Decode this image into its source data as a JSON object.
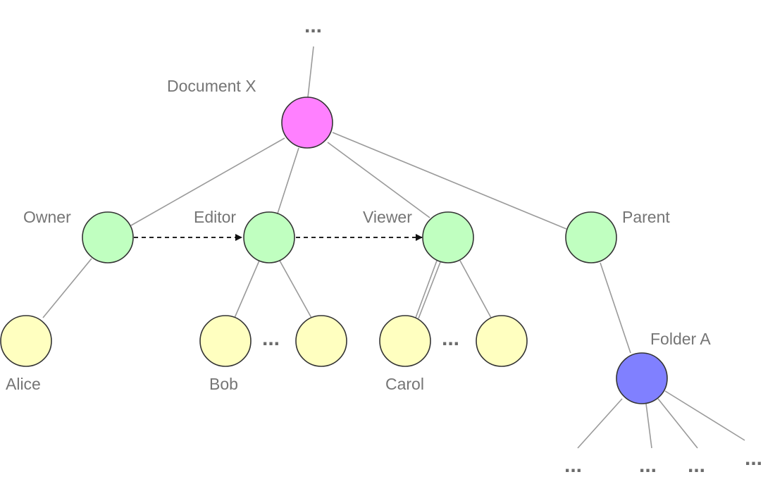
{
  "nodes": {
    "document": {
      "label": "Document X",
      "color": "#ff80ff"
    },
    "owner": {
      "label": "Owner",
      "color": "#c0ffc0"
    },
    "editor": {
      "label": "Editor",
      "color": "#c0ffc0"
    },
    "viewer": {
      "label": "Viewer",
      "color": "#c0ffc0"
    },
    "parent": {
      "label": "Parent",
      "color": "#c0ffc0"
    },
    "alice": {
      "label": "Alice",
      "color": "#ffffc0"
    },
    "bob": {
      "label": "Bob",
      "color": "#ffffc0"
    },
    "editor_user2": {
      "label": "",
      "color": "#ffffc0"
    },
    "carol": {
      "label": "Carol",
      "color": "#ffffc0"
    },
    "viewer_user2": {
      "label": "",
      "color": "#ffffc0"
    },
    "folder": {
      "label": "Folder A",
      "color": "#8080ff"
    }
  },
  "ellipsis": "...",
  "edges": [
    [
      "document",
      "owner"
    ],
    [
      "document",
      "editor"
    ],
    [
      "document",
      "viewer"
    ],
    [
      "document",
      "parent"
    ],
    [
      "owner",
      "alice"
    ],
    [
      "editor",
      "bob"
    ],
    [
      "editor",
      "editor_user2"
    ],
    [
      "viewer",
      "carol"
    ],
    [
      "viewer",
      "viewer_user2"
    ],
    [
      "parent",
      "folder"
    ]
  ],
  "implications": [
    [
      "owner",
      "editor"
    ],
    [
      "editor",
      "viewer"
    ]
  ]
}
